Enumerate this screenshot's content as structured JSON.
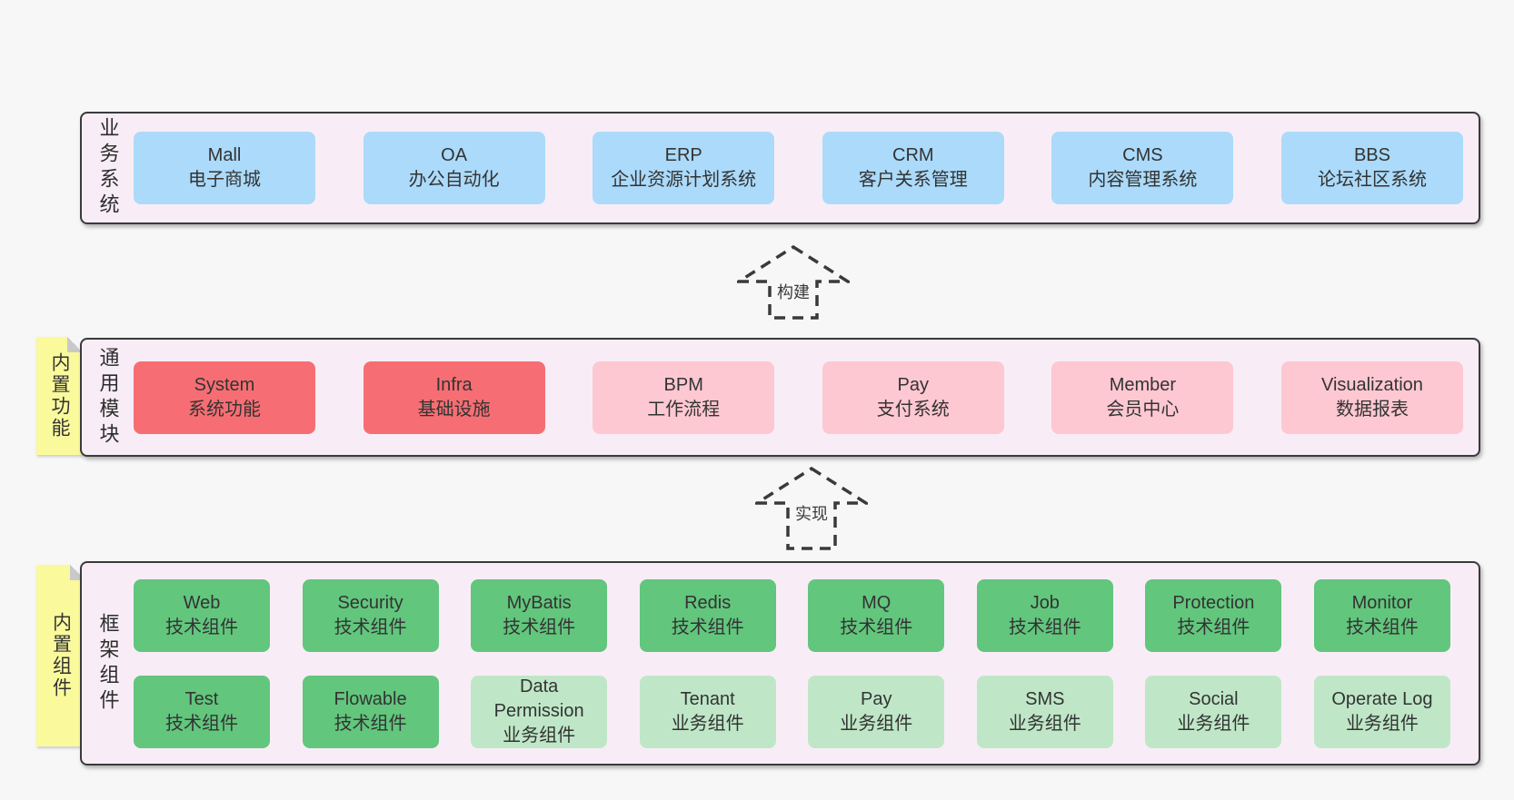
{
  "colors": {
    "page-bg": "#f7f7f7",
    "container-bg": "#f8edf6",
    "container-border": "#3a3a3a",
    "box-blue": "#abdafa",
    "box-red": "#f66e73",
    "box-pink": "#fdc8d1",
    "box-green": "#62c67d",
    "box-green-light": "#bfe7c7",
    "note-yellow": "#fafa9d",
    "fold-gray": "#c9c9c9",
    "ink": "#333333"
  },
  "arrows": [
    {
      "label": "构建"
    },
    {
      "label": "实现"
    }
  ],
  "layers": [
    {
      "label": "业务系统",
      "boxes": [
        {
          "name": "Mall",
          "desc": "电子商城"
        },
        {
          "name": "OA",
          "desc": "办公自动化"
        },
        {
          "name": "ERP",
          "desc": "企业资源计划系统"
        },
        {
          "name": "CRM",
          "desc": "客户关系管理"
        },
        {
          "name": "CMS",
          "desc": "内容管理系统"
        },
        {
          "name": "BBS",
          "desc": "论坛社区系统"
        }
      ]
    },
    {
      "label": "通用模块",
      "note": "内置功能",
      "boxes": [
        {
          "name": "System",
          "desc": "系统功能"
        },
        {
          "name": "Infra",
          "desc": "基础设施"
        },
        {
          "name": "BPM",
          "desc": "工作流程"
        },
        {
          "name": "Pay",
          "desc": "支付系统"
        },
        {
          "name": "Member",
          "desc": "会员中心"
        },
        {
          "name": "Visualization",
          "desc": "数据报表"
        }
      ]
    },
    {
      "label": "框架组件",
      "note": "内置组件",
      "rows": [
        [
          {
            "name": "Web",
            "desc": "技术组件"
          },
          {
            "name": "Security",
            "desc": "技术组件"
          },
          {
            "name": "MyBatis",
            "desc": "技术组件"
          },
          {
            "name": "Redis",
            "desc": "技术组件"
          },
          {
            "name": "MQ",
            "desc": "技术组件"
          },
          {
            "name": "Job",
            "desc": "技术组件"
          },
          {
            "name": "Protection",
            "desc": "技术组件"
          },
          {
            "name": "Monitor",
            "desc": "技术组件"
          }
        ],
        [
          {
            "name": "Test",
            "desc": "技术组件"
          },
          {
            "name": "Flowable",
            "desc": "技术组件"
          },
          {
            "name": "Data Permission",
            "desc": "业务组件"
          },
          {
            "name": "Tenant",
            "desc": "业务组件"
          },
          {
            "name": "Pay",
            "desc": "业务组件"
          },
          {
            "name": "SMS",
            "desc": "业务组件"
          },
          {
            "name": "Social",
            "desc": "业务组件"
          },
          {
            "name": "Operate Log",
            "desc": "业务组件"
          }
        ]
      ]
    }
  ]
}
